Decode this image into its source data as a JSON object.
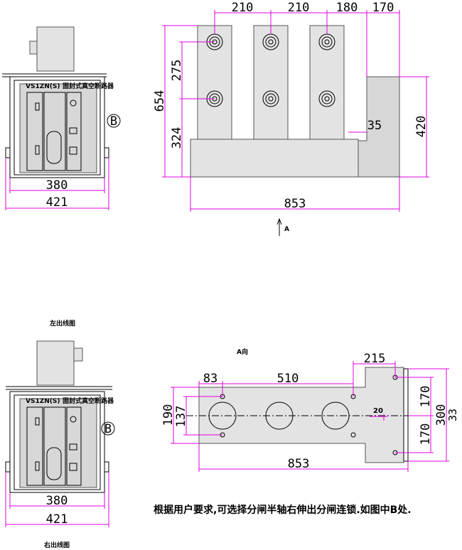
{
  "front_view": {
    "dims": {
      "width_top": [
        "210",
        "210",
        "180",
        "170"
      ],
      "height_total": "654",
      "pole_spacing": "275",
      "base_height": "324",
      "right_box": "420",
      "offset": "35",
      "total_width": "853"
    },
    "arrow_label": "A"
  },
  "side_views": {
    "top": {
      "label_b": "B",
      "dim_inner": "380",
      "dim_outer": "421",
      "caption": "左出线图",
      "plate_left": "VS1ZN(S)",
      "plate_right": "固封式真空断路器"
    },
    "bottom": {
      "label_b": "B",
      "dim_inner": "380",
      "dim_outer": "421",
      "caption": "右出线图",
      "plate_left": "VS1ZN(S)",
      "plate_right": "固封式真空断路器"
    }
  },
  "plan_view": {
    "title": "A向",
    "dims": {
      "top_left": "83",
      "top_mid": "510",
      "top_right": "215",
      "left_outer": "190",
      "left_inner": "137",
      "small": "20",
      "right_a": "170",
      "right_b": "170",
      "right_mid": "300",
      "right_outer": "33",
      "bottom": "853"
    }
  },
  "note": "根据用户要求,可选择分闸半轴右伸出分闸连锁.如图中B处."
}
